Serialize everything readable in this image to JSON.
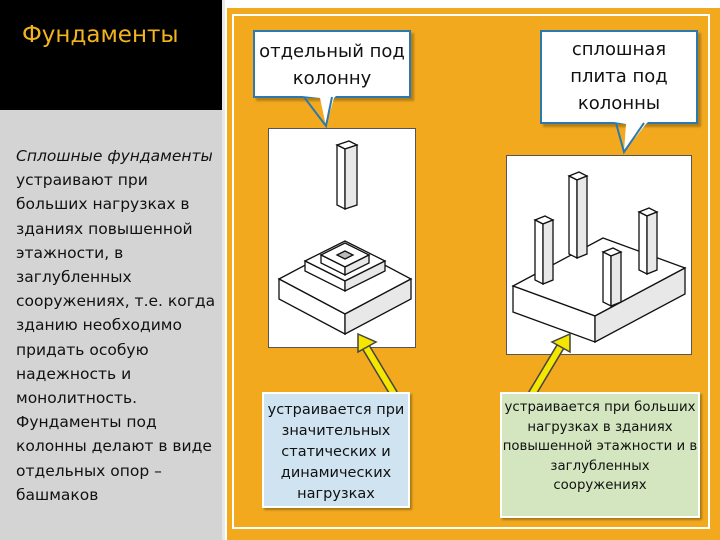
{
  "slide": {
    "title": "Фундаменты",
    "sidebar": {
      "text_italic": "Сплошные фундаменты",
      "text_body": " устраивают при больших нагрузках в зданиях повышенной этажности, в заглубленных сооружениях, т.е. когда зданию необходимо придать особую надежность и монолитность. Фундаменты под колонны делают в виде отдельных опор – башмаков"
    },
    "left": {
      "callout": "отдельный под колонну",
      "caption": "устраивается при значительных статических и динамических нагрузках"
    },
    "right": {
      "callout": "сплошная плита под колонны",
      "caption": "устраивается при больших нагрузках в зданиях повышенной этажности и в заглубленных сооружениях"
    },
    "colors": {
      "title": "#F2B41E",
      "panel": "#F2A91E",
      "sidebar": "#d4d4d4",
      "callout_border": "#2a7ab0",
      "left_caption_bg": "#cfe3f1",
      "right_caption_bg": "#d3e6bf",
      "arrow": "#F5E600"
    }
  }
}
